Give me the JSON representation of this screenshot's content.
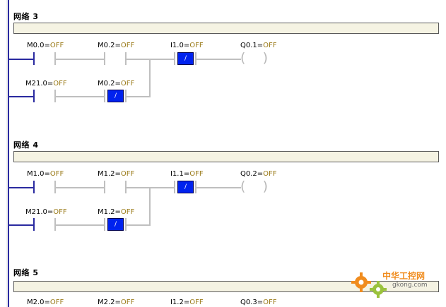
{
  "networks": [
    {
      "title": "网络 3",
      "row1": [
        {
          "addr": "M0.0",
          "eq": "=",
          "state": "OFF"
        },
        {
          "addr": "M0.2",
          "eq": "=",
          "state": "OFF"
        },
        {
          "addr": "I1.0",
          "eq": "=",
          "state": "OFF"
        },
        {
          "addr": "Q0.1",
          "eq": "=",
          "state": "OFF"
        }
      ],
      "row2": [
        {
          "addr": "M21.0",
          "eq": "=",
          "state": "OFF"
        },
        {
          "addr": "M0.2",
          "eq": "=",
          "state": "OFF"
        }
      ],
      "nc_symbol": "/"
    },
    {
      "title": "网络 4",
      "row1": [
        {
          "addr": "M1.0",
          "eq": "=",
          "state": "OFF"
        },
        {
          "addr": "M1.2",
          "eq": "=",
          "state": "OFF"
        },
        {
          "addr": "I1.1",
          "eq": "=",
          "state": "OFF"
        },
        {
          "addr": "Q0.2",
          "eq": "=",
          "state": "OFF"
        }
      ],
      "row2": [
        {
          "addr": "M21.0",
          "eq": "=",
          "state": "OFF"
        },
        {
          "addr": "M1.2",
          "eq": "=",
          "state": "OFF"
        }
      ],
      "nc_symbol": "/"
    },
    {
      "title": "网络 5",
      "row1": [
        {
          "addr": "M2.0",
          "eq": "=",
          "state": "OFF"
        },
        {
          "addr": "M2.2",
          "eq": "=",
          "state": "OFF"
        },
        {
          "addr": "I1.2",
          "eq": "=",
          "state": "OFF"
        },
        {
          "addr": "Q0.3",
          "eq": "=",
          "state": "OFF"
        }
      ]
    }
  ],
  "watermark": {
    "title": "中华工控网",
    "domain": "gkong.com"
  },
  "colors": {
    "rail": "#2a2aa0",
    "state": "#9a7a18",
    "nc_fill": "#0022ee",
    "comment_bg": "#f5f3e3"
  }
}
